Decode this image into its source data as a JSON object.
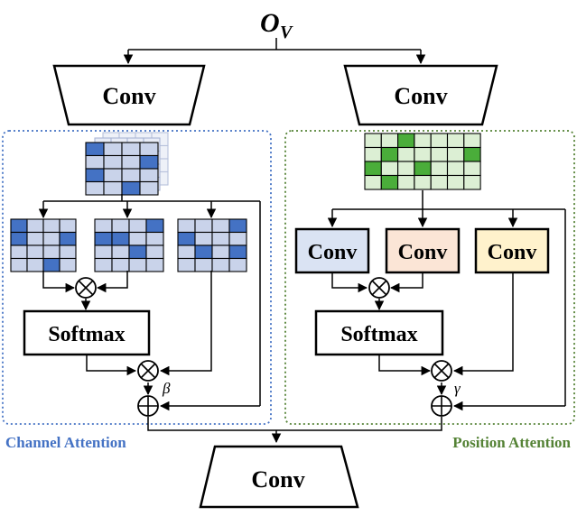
{
  "title": {
    "main": "O",
    "sub": "V"
  },
  "branches": {
    "left_conv": "Conv",
    "right_conv": "Conv",
    "bottom_conv": "Conv"
  },
  "channel": {
    "label": "Channel Attention",
    "softmax": "Softmax",
    "multiply_symbol": "⊗",
    "add_symbol": "⊕",
    "coefficient": "β",
    "color": "#4472c4",
    "grid_highlight": "#4472c4",
    "grid_light": "#c9d3ea"
  },
  "position": {
    "label": "Position Attention",
    "softmax": "Softmax",
    "conv1": "Conv",
    "conv2": "Conv",
    "conv3": "Conv",
    "multiply_symbol": "⊗",
    "add_symbol": "⊕",
    "coefficient": "γ",
    "color": "#548235",
    "grid_highlight": "#4aad3a",
    "grid_light": "#dcefd4",
    "conv1_fill": "#dae3f3",
    "conv2_fill": "#fbe5d6",
    "conv3_fill": "#fff2cc"
  }
}
